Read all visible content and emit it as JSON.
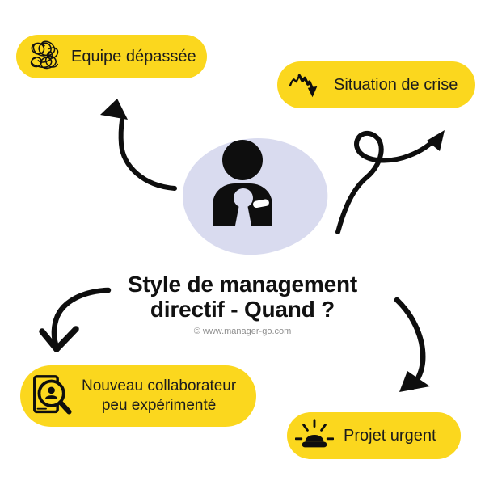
{
  "diagram": {
    "title_line1": "Style de management",
    "title_line2": "directif - Quand ?",
    "credit": "© www.manager-go.com"
  },
  "labels": {
    "equipe": {
      "text": "Equipe dépassée",
      "icon": "scribble-tangle-icon"
    },
    "crise": {
      "text": "Situation de crise",
      "icon": "declining-chart-icon"
    },
    "collaborateur": {
      "line1": "Nouveau collaborateur",
      "line2": "peu expérimenté",
      "icon": "cv-magnifier-icon"
    },
    "urgent": {
      "text": "Projet urgent",
      "icon": "siren-icon"
    }
  },
  "center_figure": {
    "icon": "manager-person-icon",
    "background_shape": "organic-blob"
  },
  "colors": {
    "pill_yellow": "#FBD71E",
    "blob_lavender": "#D9DBEF",
    "ink_black": "#0E0E0E",
    "credit_gray": "#8E8E8E",
    "background": "#FFFFFF"
  }
}
